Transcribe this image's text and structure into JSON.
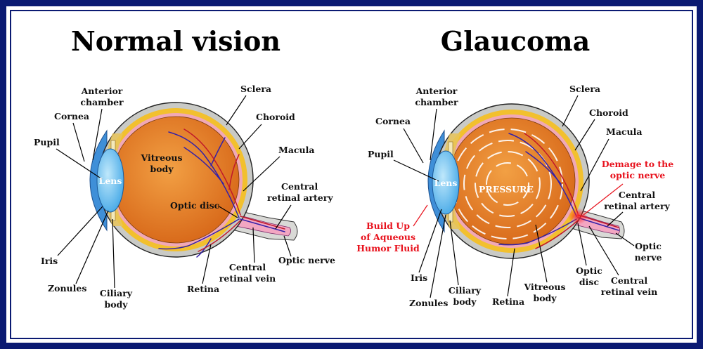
{
  "titles": {
    "left": "Normal vision",
    "right": "Glaucoma"
  },
  "normal": {
    "anterior_chamber": [
      "Anterior",
      "chamber"
    ],
    "cornea": "Cornea",
    "pupil": "Pupil",
    "lens": "Lens",
    "vitreous_body": [
      "Vitreous",
      "body"
    ],
    "sclera": "Sclera",
    "choroid": "Choroid",
    "macula": "Macula",
    "central_retinal_artery": [
      "Central",
      "retinal artery"
    ],
    "optic_disc": "Optic disc",
    "optic_nerve": "Optic nerve",
    "central_retinal_vein": [
      "Central",
      "retinal vein"
    ],
    "retina": "Retina",
    "ciliary_body": [
      "Ciliary",
      "body"
    ],
    "zonules": "Zonules",
    "iris": "Iris"
  },
  "glaucoma": {
    "anterior_chamber": [
      "Anterior",
      "chamber"
    ],
    "cornea": "Cornea",
    "pupil": "Pupil",
    "lens": "Lens",
    "pressure": "PRESSURE",
    "sclera": "Sclera",
    "choroid": "Choroid",
    "macula": "Macula",
    "damage": [
      "Demage to the",
      "optic nerve"
    ],
    "central_retinal_artery": [
      "Central",
      "retinal artery"
    ],
    "optic_nerve": [
      "Optic",
      "nerve"
    ],
    "central_retinal_vein": [
      "Central",
      "retinal vein"
    ],
    "optic_disc": [
      "Optic",
      "disc"
    ],
    "vitreous_body": [
      "Vitreous",
      "body"
    ],
    "retina": "Retina",
    "ciliary_body": [
      "Ciliary",
      "body"
    ],
    "zonules": "Zonules",
    "iris": "Iris",
    "aqueous": [
      "Build Up",
      "of Aqueous",
      "Humor Fluid"
    ]
  },
  "colors": {
    "frame": "#0b1a72",
    "sclera": "#c9cac6",
    "choroid": "#f2c02e",
    "retina": "#f1a8b6",
    "vitreous": "#e07c1c",
    "cornea": "#3f8fd8",
    "lens": "#6ec3f0",
    "red_text": "#e8121d"
  }
}
